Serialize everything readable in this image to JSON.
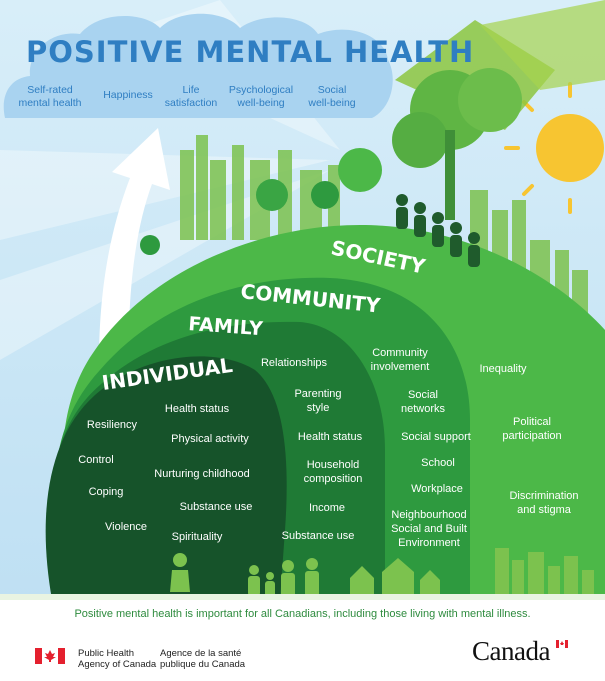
{
  "title": "POSITIVE MENTAL HEALTH",
  "outcomes": [
    "Self-rated\nmental health",
    "Happiness",
    "Life\nsatisfaction",
    "Psychological\nwell-being",
    "Social\nwell-being"
  ],
  "levels": {
    "individual": "INDIVIDUAL",
    "family": "FAMILY",
    "community": "COMMUNITY",
    "society": "SOCIETY"
  },
  "individual_factors": [
    "Health status",
    "Resiliency",
    "Physical activity",
    "Control",
    "Nurturing childhood",
    "Coping",
    "Substance use",
    "Violence",
    "Spirituality"
  ],
  "family_factors": [
    "Relationships",
    "Parenting\nstyle",
    "Health status",
    "Household\ncomposition",
    "Income",
    "Substance  use"
  ],
  "community_factors": [
    "Community\ninvolvement",
    "Social\nnetworks",
    "Social support",
    "School",
    "Workplace",
    "Neighbourhood\nSocial and Built\nEnvironment"
  ],
  "society_factors": [
    "Inequality",
    "Political\nparticipation",
    "Discrimination\nand stigma"
  ],
  "footer_note": "Positive mental health is important for all Canadians, including those living with mental illness.",
  "agency_en": "Public Health\nAgency of Canada",
  "agency_fr": "Agence de la santé\npublique du Canada",
  "wordmark": "Canada",
  "colors": {
    "title_blue": "#2f7ec2",
    "sky": "#cfe7f6",
    "cloud": "#a9d3f0",
    "society_green": "#4cb848",
    "community_green": "#2e9a3f",
    "family_green": "#1f7a35",
    "individual_green": "#16532a",
    "sun": "#f7c531",
    "flag_red": "#e4202e"
  }
}
